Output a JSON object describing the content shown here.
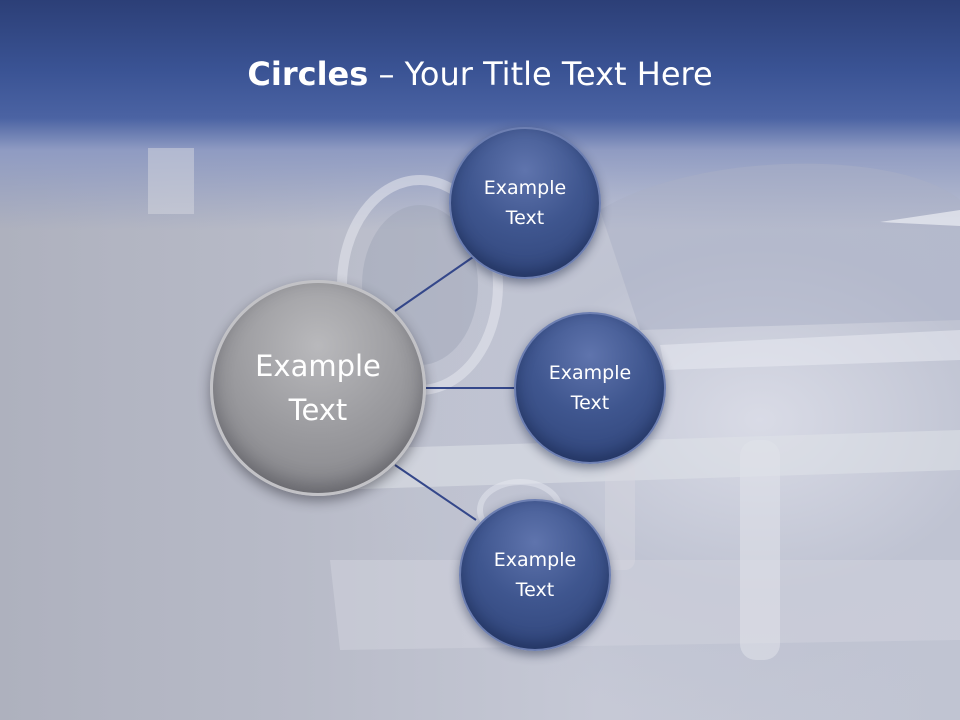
{
  "title": {
    "bold": "Circles",
    "rest": " – Your Title Text Here"
  },
  "center": {
    "text": "Example\nText"
  },
  "satellites": [
    {
      "text": "Example\nText"
    },
    {
      "text": "Example\nText"
    },
    {
      "text": "Example\nText"
    }
  ],
  "colors": {
    "header": "#3a5394",
    "circle_blue": "#3f568f",
    "circle_grey": "#9a9a9e",
    "connector": "#3a4c8c"
  }
}
